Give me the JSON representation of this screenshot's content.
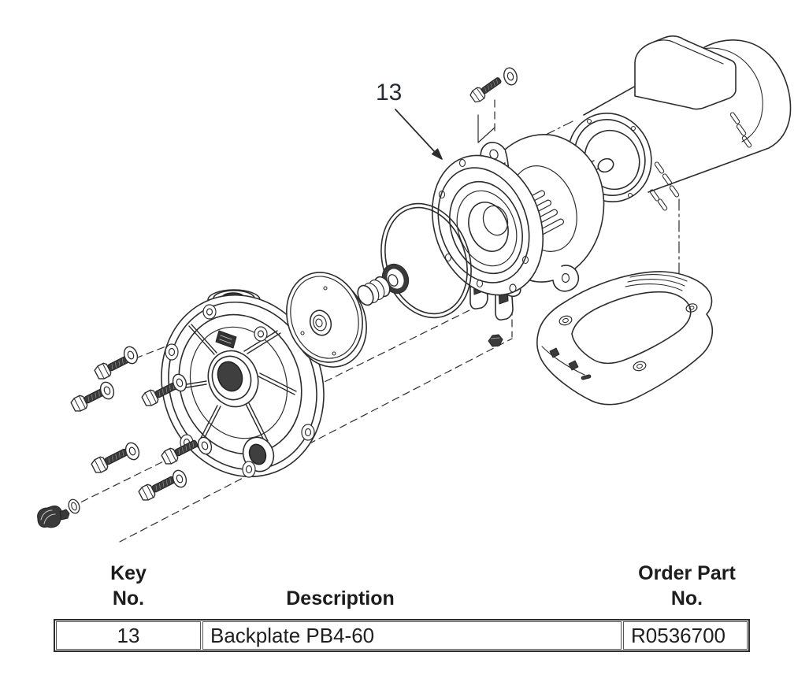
{
  "diagram": {
    "callout": {
      "label": "13",
      "target_part": "backplate"
    },
    "stroke_color": "#2d2d2d",
    "callout_color": "#262b33",
    "parts": [
      "drain-plug",
      "hex-bolts",
      "washers",
      "pump-housing-volute",
      "seal-plate",
      "mechanical-seal",
      "o-ring",
      "backplate",
      "hex-nut",
      "mounting-bracket",
      "motor",
      "motor-shaft",
      "conduit-box",
      "motor-base"
    ]
  },
  "parts_table": {
    "headers": [
      {
        "line1": "Key",
        "line2": "No."
      },
      {
        "line1": "Description"
      },
      {
        "line1": "Order Part",
        "line2": "No."
      }
    ],
    "rows": [
      {
        "key_no": "13",
        "description": "Backplate PB4-60",
        "order_part_no": "R0536700"
      }
    ]
  }
}
